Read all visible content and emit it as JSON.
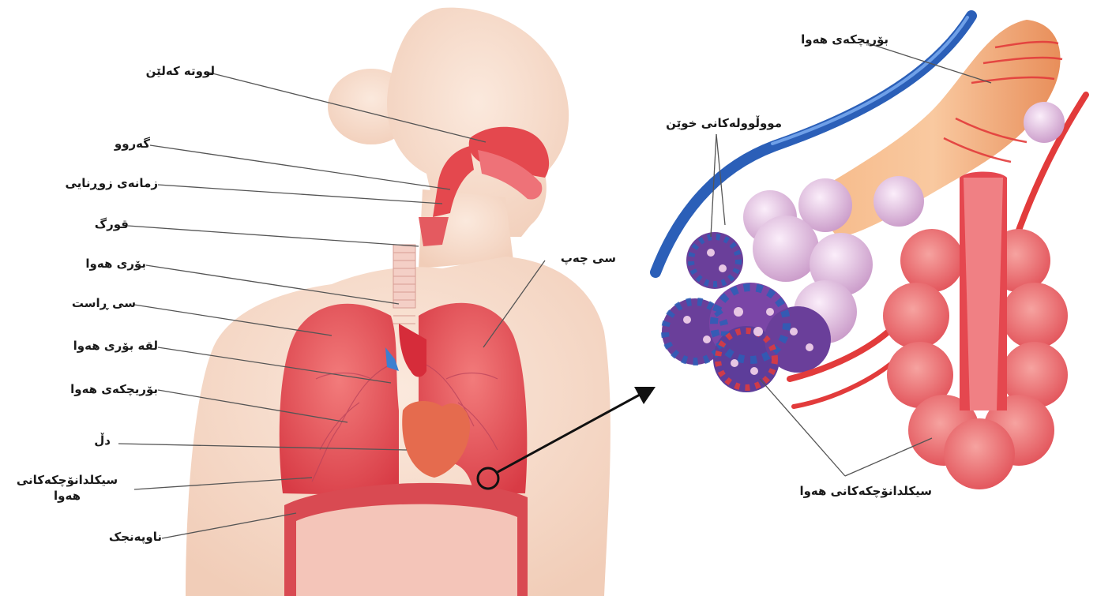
{
  "labels": {
    "nasal_cavity": "لووتە کەلێن",
    "pharynx": "گەروو",
    "larynx": "زمانەی زوڕنایی",
    "throat": "قورگ",
    "trachea": "بۆری هەوا",
    "right_lung": "سی ڕاست",
    "bronchus": "لقە بۆری هەوا",
    "bronchiole": "بۆریچکەی هەوا",
    "heart": "دڵ",
    "alveoli_line1": "سیکلدانۆچکەکانی",
    "alveoli_line2": "هەوا",
    "diaphragm": "ناوپەنجک",
    "left_lung": "سی چەپ",
    "detail_bronchiole": "بۆریچکەی هەوا",
    "capillaries": "مووڵوولەکانی خوێن",
    "detail_alveoli": "سیکلدانۆچکەکانی هەوا"
  },
  "colors": {
    "skin": "#f7dccb",
    "lung": "#e8484f",
    "artery_red": "#e23b3b",
    "vein_blue": "#2b5fb8",
    "alveolus_pink": "#e7c6e4",
    "bronchiole_orange": "#f2a46e",
    "leader_line": "#555555"
  }
}
